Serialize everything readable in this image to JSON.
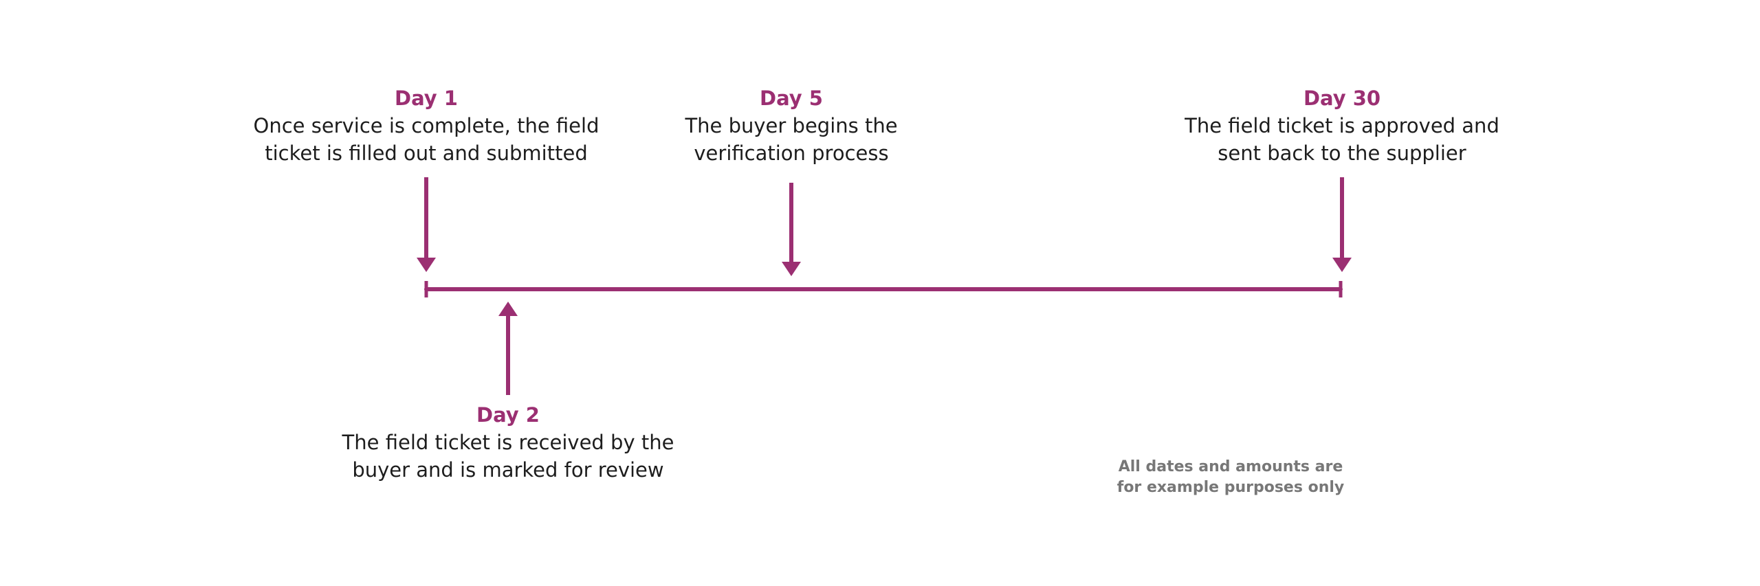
{
  "accent_color": "#9b2f72",
  "text_color": "#1d1d1d",
  "note_color": "#777777",
  "events": [
    {
      "day": "Day 1",
      "description_lines": [
        "Once service is complete, the field",
        "ticket is filled out and submitted"
      ],
      "position": "above"
    },
    {
      "day": "Day 5",
      "description_lines": [
        "The buyer begins the",
        "verification process"
      ],
      "position": "above"
    },
    {
      "day": "Day 30",
      "description_lines": [
        "The field ticket is approved and",
        "sent back to the supplier"
      ],
      "position": "above"
    },
    {
      "day": "Day 2",
      "description_lines": [
        "The field ticket is received by the",
        "buyer and is marked for review"
      ],
      "position": "below"
    }
  ],
  "disclaimer_lines": [
    "All dates and amounts are",
    "for example purposes only"
  ]
}
